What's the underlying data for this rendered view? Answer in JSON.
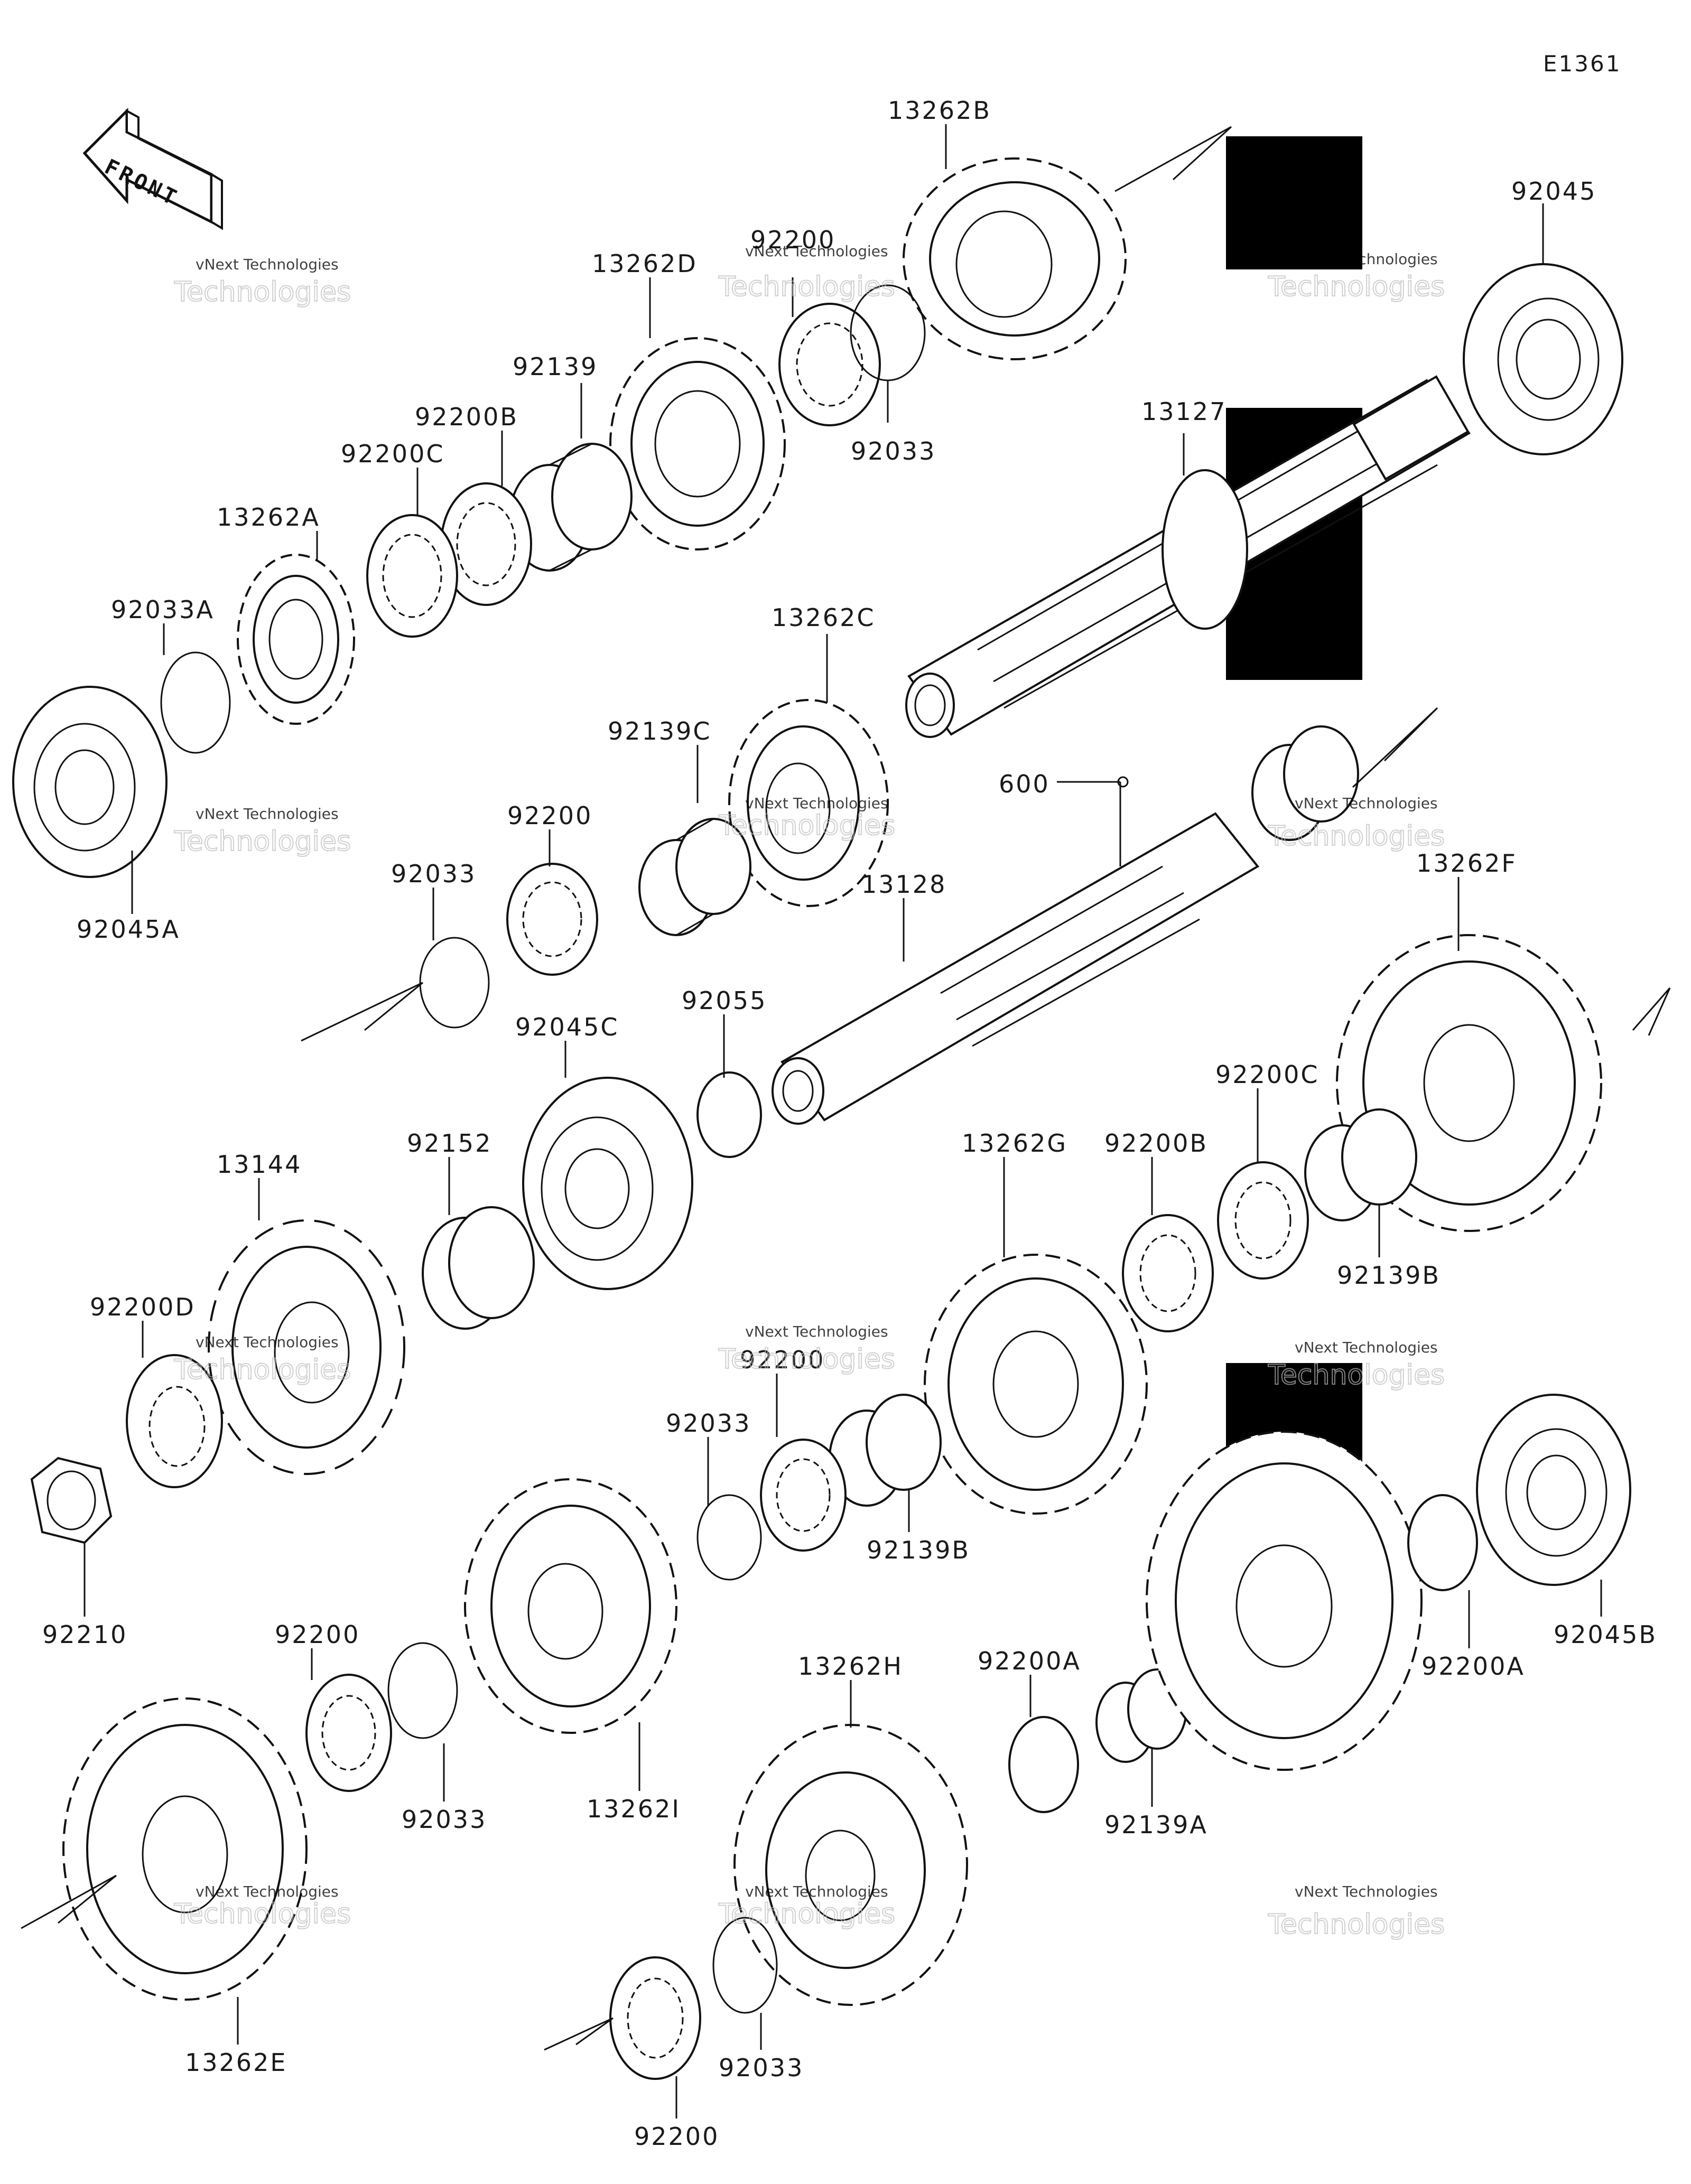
{
  "diagram_code": "E1361",
  "front_label": "FRONT",
  "watermark": {
    "line1": "vNext Technologies",
    "line2": "vNext",
    "line3": "Technologies"
  },
  "labels": {
    "p13262B": "13262B",
    "p92045": "92045",
    "p92200_top": "92200",
    "p13262D": "13262D",
    "p92139": "92139",
    "p92200B_top": "92200B",
    "p92200C_top": "92200C",
    "p13262A": "13262A",
    "p92033A": "92033A",
    "p92045A": "92045A",
    "p92033_top": "92033",
    "p13127": "13127",
    "p13262C": "13262C",
    "p92139C": "92139C",
    "p92200_mid": "92200",
    "p92033_mid": "92033",
    "p600": "600",
    "p13128": "13128",
    "p13262F": "13262F",
    "p92055": "92055",
    "p92045C": "92045C",
    "p92152": "92152",
    "p13144": "13144",
    "p92200D": "92200D",
    "p92210": "92210",
    "p13262G": "13262G",
    "p92200B_mid": "92200B",
    "p92200C_mid": "92200C",
    "p92139B_right": "92139B",
    "p92200_low": "92200",
    "p92033_low": "92033",
    "p92139B_low": "92139B",
    "p92200_left": "92200",
    "p92033_left": "92033",
    "p13262I": "13262I",
    "p13262E": "13262E",
    "p13262H": "13262H",
    "p92200A_mid": "92200A",
    "p92139A": "92139A",
    "p92200A_right": "92200A",
    "p92045B": "92045B",
    "p92033_bot": "92033",
    "p92200_bot": "92200"
  }
}
